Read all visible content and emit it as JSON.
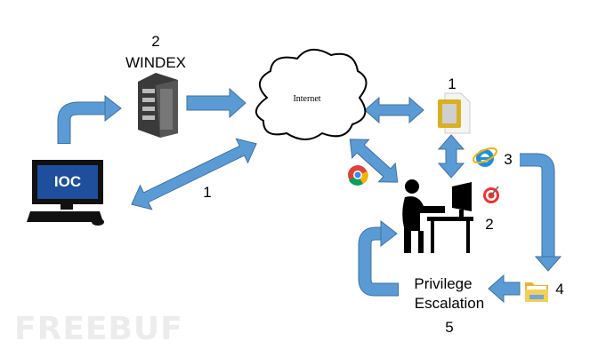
{
  "labels": {
    "windex_num": "2",
    "windex": "WINDEX",
    "internet": "Internet",
    "ioc": "IOC",
    "ioc_link_num": "1",
    "doc_num": "1",
    "ie_num": "3",
    "attacker_num": "2",
    "folder_num": "4",
    "privilege": "Privilege",
    "escalation": "Escalation",
    "escalation_num": "5"
  },
  "watermark": "FREEBUF",
  "colors": {
    "arrow_fill": "#5b9bd5",
    "arrow_stroke": "#41719c",
    "screen_blue": "#1f4e9c"
  }
}
